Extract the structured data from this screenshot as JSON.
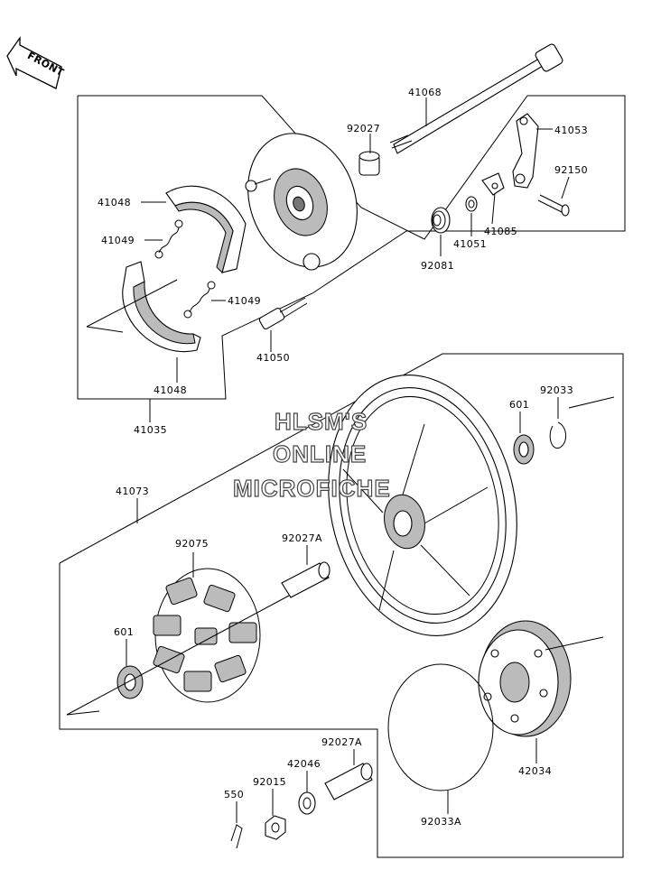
{
  "front_arrow": {
    "label": "FRONT",
    "icon": "front-arrow-icon"
  },
  "watermark": {
    "line1": "HLSM'S",
    "line2": "ONLINE",
    "line3": "MICROFICHE"
  },
  "parts": {
    "p41068": "41068",
    "p92027": "92027",
    "p41053": "41053",
    "p92150": "92150",
    "p41085": "41085",
    "p41051": "41051",
    "p92081": "92081",
    "p41048_top": "41048",
    "p41049_top": "41049",
    "p41049_mid": "41049",
    "p41050": "41050",
    "p41048_bot": "41048",
    "p41035": "41035",
    "p41073": "41073",
    "p92033": "92033",
    "p601_right": "601",
    "p92075": "92075",
    "p92027A_top": "92027A",
    "p601_left": "601",
    "p92027A_bot": "92027A",
    "p42046": "42046",
    "p92015": "92015",
    "p550": "550",
    "p42034": "42034",
    "p92033A": "92033A"
  }
}
